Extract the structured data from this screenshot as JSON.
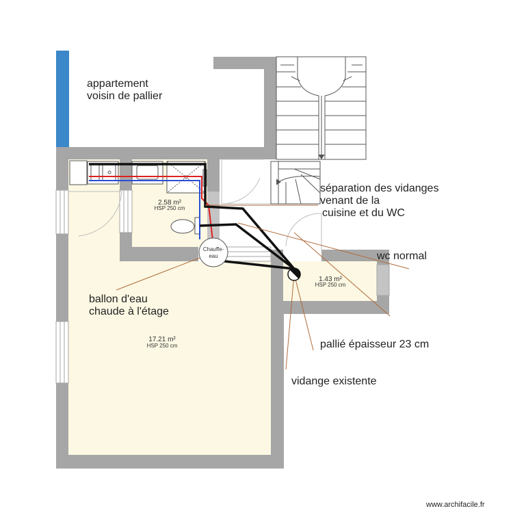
{
  "labels": {
    "neighbor_line1": "appartement",
    "neighbor_line2": "voisin de pallier",
    "separation_line1": "séparation des vidanges",
    "separation_line2": "venant de la",
    "separation_line3": "cuisine et du WC",
    "wc_normal": "wc normal",
    "ballon_line1": "ballon d'eau",
    "ballon_line2": "chaude à l'étage",
    "pallie": "pallié épaisseur 23 cm",
    "vidange": "vidange existente",
    "chauffe_eau_line1": "Chauffe-",
    "chauffe_eau_line2": "eau"
  },
  "rooms": {
    "bathroom": {
      "area": "2.58 m²",
      "hsp": "HSP 250 cm"
    },
    "main_room": {
      "area": "17.21 m²",
      "hsp": "HSP 250 cm"
    },
    "wc": {
      "area": "1.43 m²",
      "hsp": "HSP 250 cm"
    }
  },
  "footer": {
    "watermark": "www.archifacile.fr"
  },
  "colors": {
    "wall": "#a6a6a6",
    "room_fill": "#fcf8e3",
    "blue_wall": "#3b87c9",
    "pipe_drain": "#111111",
    "pipe_hot": "#e02020",
    "pipe_cold": "#2a4fd6",
    "leader_line": "#b06b3a"
  }
}
